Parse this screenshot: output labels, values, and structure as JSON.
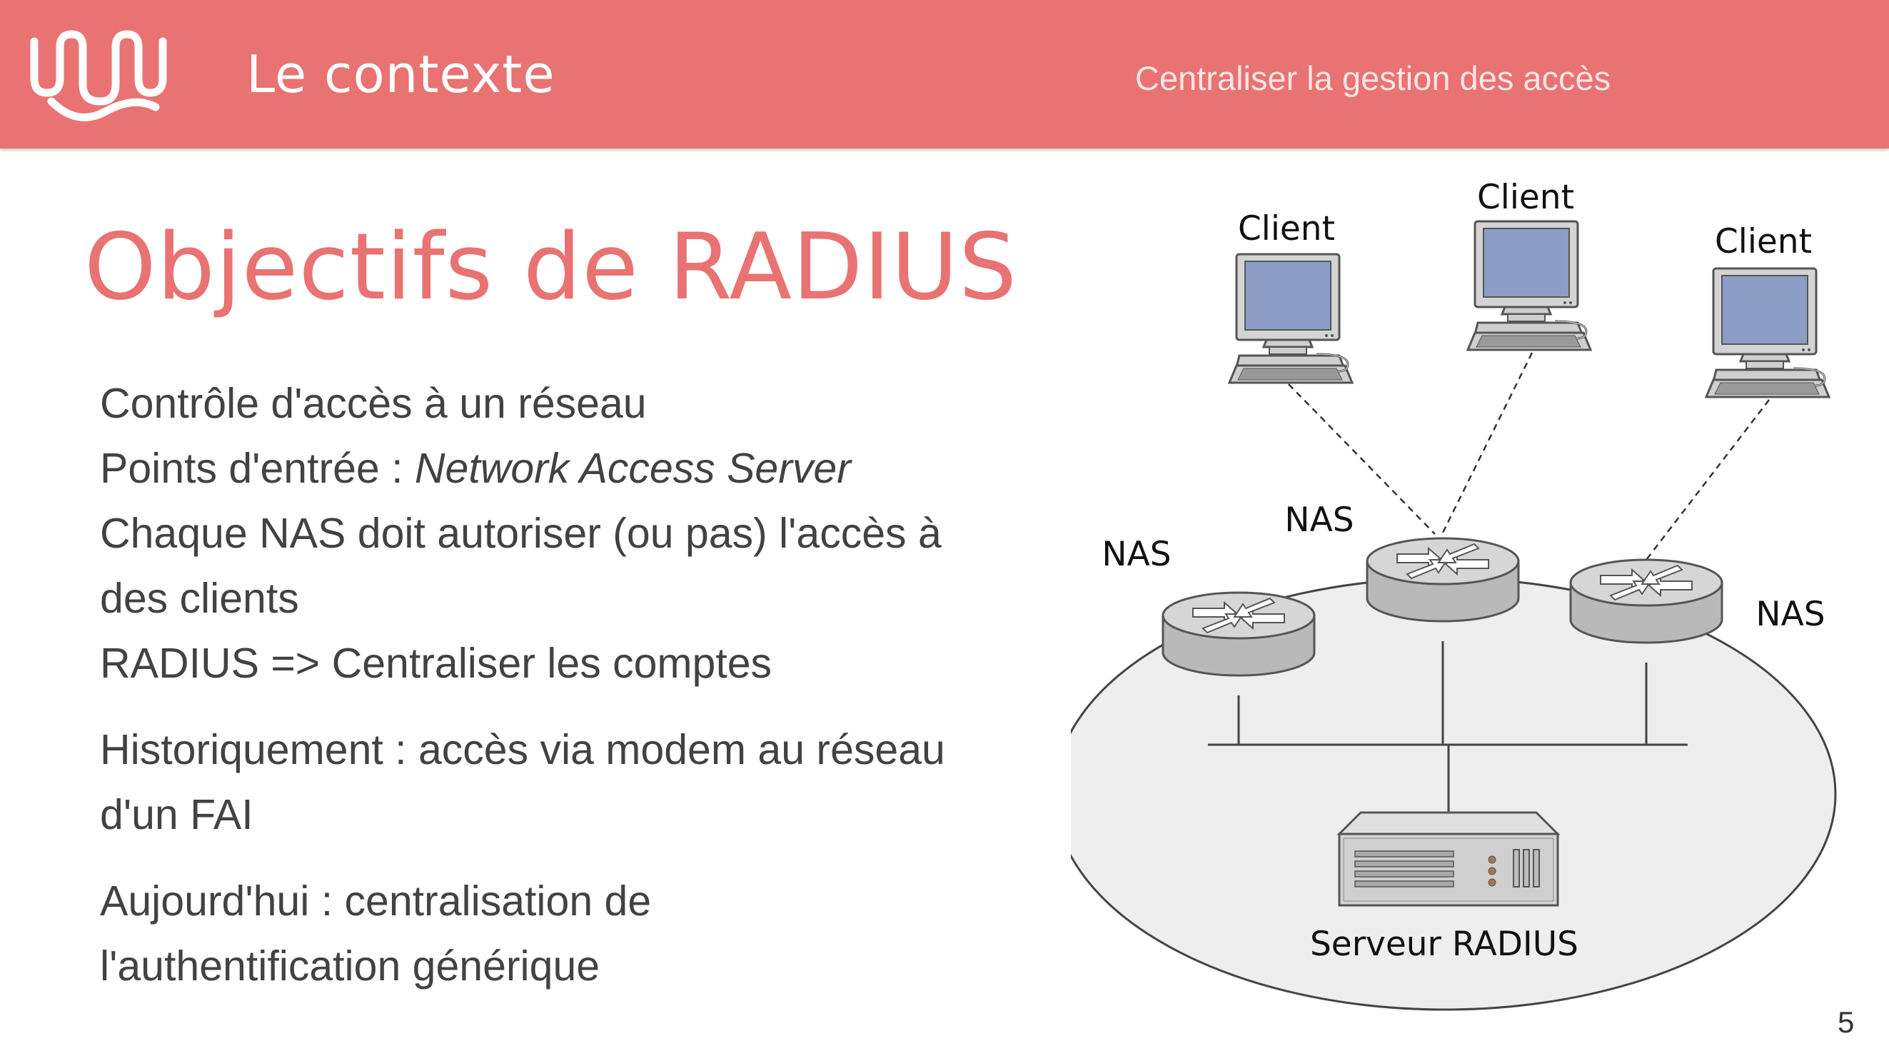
{
  "header": {
    "section_title": "Le contexte",
    "subtitle": "Centraliser la gestion des accès",
    "logo_icon": "wave-logo-icon",
    "color": "#e87372"
  },
  "page_title": "Objectifs de RADIUS",
  "bullets": {
    "line1": "Contrôle d'accès à un réseau",
    "line2_prefix": "Points d'entrée : ",
    "line2_italic": "Network Access Server",
    "line3": "Chaque NAS doit autoriser (ou pas) l'accès à",
    "line3_cont": "des clients",
    "line4": "RADIUS => Centraliser les comptes",
    "line5": "Historiquement : accès via modem au réseau",
    "line5_cont": "d'un FAI",
    "line6": "Aujourd'hui : centralisation de",
    "line6_cont": "l'authentification générique"
  },
  "diagram": {
    "clients": [
      {
        "label": "Client",
        "icon": "computer-icon"
      },
      {
        "label": "Client",
        "icon": "computer-icon"
      },
      {
        "label": "Client",
        "icon": "computer-icon"
      }
    ],
    "nas": [
      {
        "label": "NAS",
        "icon": "router-icon"
      },
      {
        "label": "NAS",
        "icon": "router-icon"
      },
      {
        "label": "NAS",
        "icon": "router-icon"
      }
    ],
    "server": {
      "label": "Serveur RADIUS",
      "icon": "server-icon"
    }
  },
  "page_number": "5"
}
